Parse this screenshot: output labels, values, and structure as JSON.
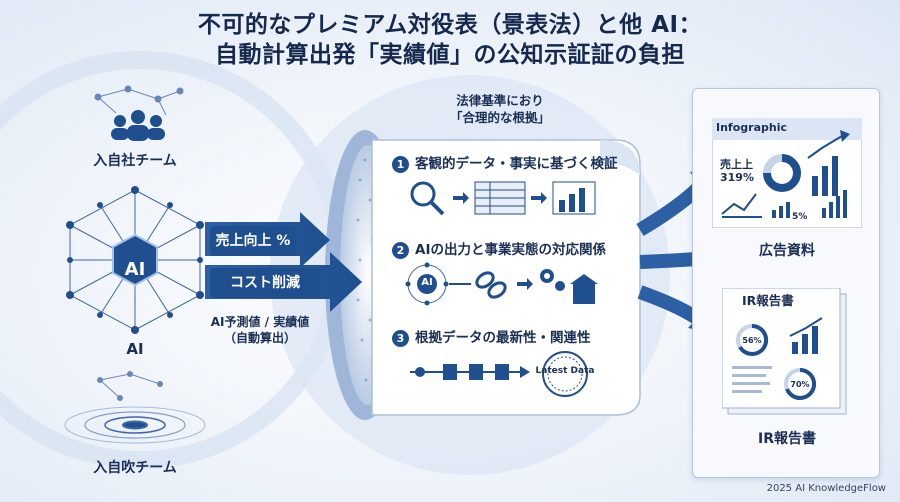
{
  "title": {
    "line1": "不可的なプレミアム対役表（景表法）と他 AI：",
    "line2": "自動計算出発「実績値」の公知示証証の負担"
  },
  "left": {
    "team_top": "入自社チーム",
    "ai_badge": "AI",
    "ai_label": "AI",
    "team_bottom": "入自吹チーム"
  },
  "middle": {
    "pill_sales": "売上向上 %",
    "pill_cost": "コスト削減",
    "caption_line1": "AI予測値 / 実績値",
    "caption_line2": "（自動算出）"
  },
  "scroll": {
    "header_line1": "法律基準におり",
    "header_line2": "「合理的な根拠」",
    "items": [
      {
        "num": "1",
        "text": "客観的データ・事実に基づく検証"
      },
      {
        "num": "2",
        "text": "AIの出力と事業実態の対応関係"
      },
      {
        "num": "3",
        "text": "根拠データの最新性・関連性"
      }
    ],
    "ai_node": "AI",
    "stamp": "Latest Data"
  },
  "right": {
    "infographic_title": "Infographic",
    "infographic_metric": "売上上",
    "infographic_value": "319%",
    "infographic_small": "5%",
    "ad_label": "広告資料",
    "ir_title": "IR報告書",
    "ir_pct1": "56%",
    "ir_pct2": "70%",
    "ir_label": "IR報告書"
  },
  "footer": "2025 AI KnowledgeFlow",
  "colors": {
    "navy": "#1f4f8f",
    "dark": "#15284d",
    "light": "#dde7f4"
  }
}
